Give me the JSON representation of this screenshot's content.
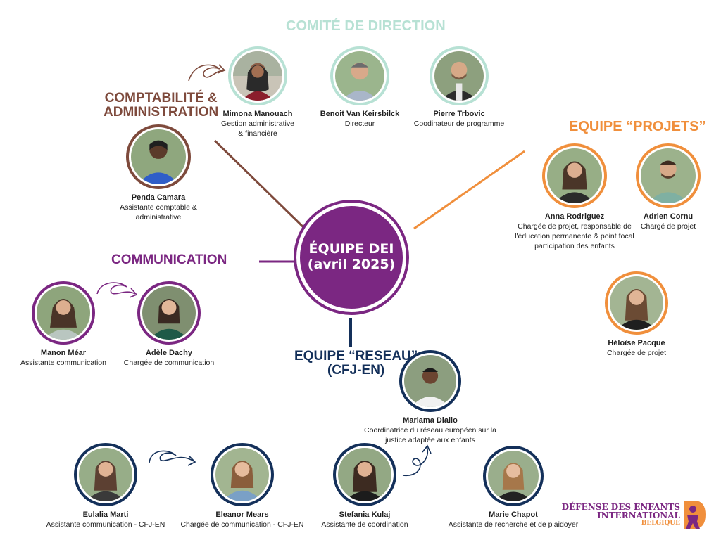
{
  "center": {
    "line1": "ÉQUIPE DEI",
    "line2": "(avril 2025)"
  },
  "sections": {
    "direction": "COMITÉ DE DIRECTION",
    "compta_line1": "COMPTABILITÉ &",
    "compta_line2": "ADMINISTRATION",
    "projets": "EQUIPE “PROJETS”",
    "communication": "COMMUNICATION",
    "reseau_line1": "EQUIPE “RESEAU”",
    "reseau_line2": "(CFJ-EN)"
  },
  "colors": {
    "purple": "#7b2782",
    "mint": "#b7e1d4",
    "brown": "#7e4a3c",
    "orange": "#f08f3c",
    "navy": "#14305a"
  },
  "members": {
    "mimona": {
      "name": "Mimona Manouach",
      "role1": "Gestion administrative",
      "role2": "& financière"
    },
    "benoit": {
      "name": "Benoit Van Keirsbilck",
      "role1": "Directeur"
    },
    "pierre": {
      "name": "Pierre Trbovic",
      "role1": "Coodinateur de programme"
    },
    "penda": {
      "name": "Penda Camara",
      "role1": "Assistante comptable &",
      "role2": "administrative"
    },
    "anna": {
      "name": "Anna Rodriguez",
      "role1": "Chargée de projet, responsable de",
      "role2": "l'éducation permanente & point focal",
      "role3": "participation des enfants"
    },
    "adrien": {
      "name": "Adrien Cornu",
      "role1": "Chargé de projet"
    },
    "heloise": {
      "name": "Héloïse Pacque",
      "role1": "Chargée de projet"
    },
    "manon": {
      "name": "Manon Méar",
      "role1": "Assistante communication"
    },
    "adele": {
      "name": "Adèle Dachy",
      "role1": "Chargée de communication"
    },
    "mariama": {
      "name": "Mariama Diallo",
      "role1": "Coordinatrice du réseau européen sur la",
      "role2": "justice adaptée aux enfants"
    },
    "eulalia": {
      "name": "Eulalia Marti",
      "role1": "Assistante communication - CFJ-EN"
    },
    "eleanor": {
      "name": "Eleanor Mears",
      "role1": "Chargée de communication - CFJ-EN"
    },
    "stefania": {
      "name": "Stefania Kulaj",
      "role1": "Assistante de coordination"
    },
    "marie": {
      "name": "Marie Chapot",
      "role1": "Assistante de recherche et de plaidoyer"
    }
  },
  "logo": {
    "line1": "DÉFENSE DES ENFANTS",
    "line2": "INTERNATIONAL",
    "line3": "BELGIQUE"
  }
}
